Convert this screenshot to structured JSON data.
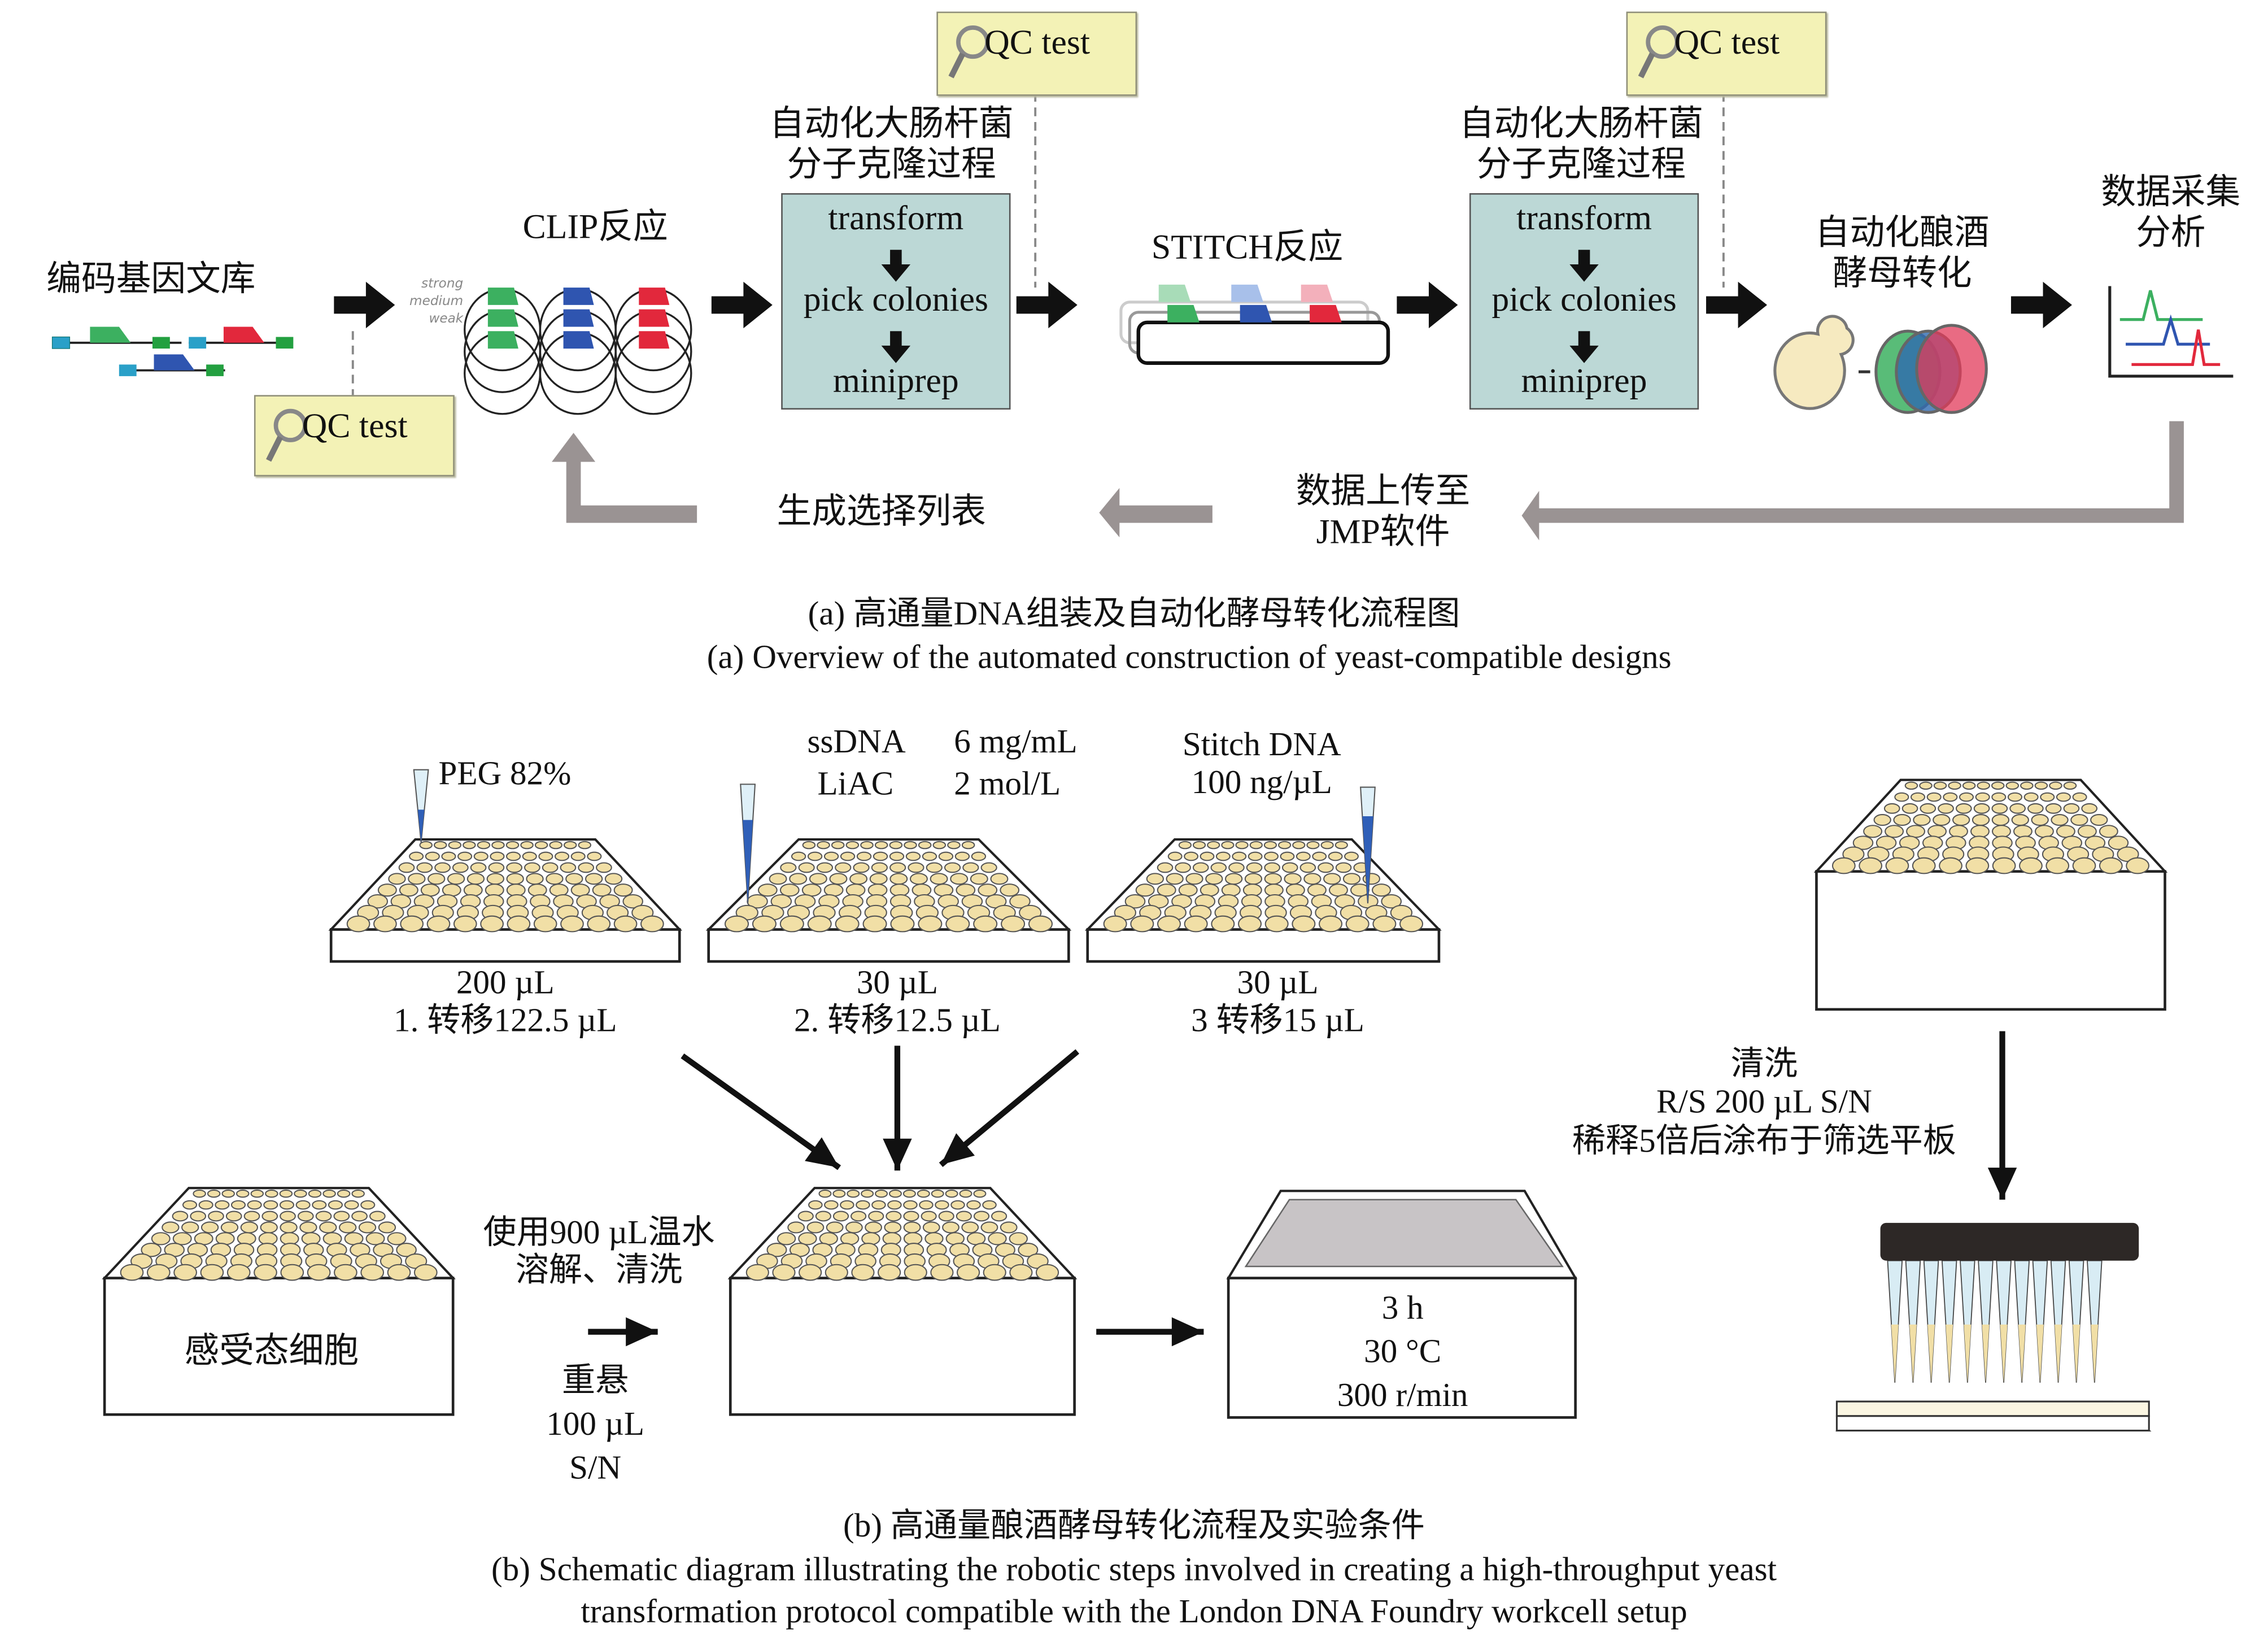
{
  "panel_a": {
    "gene_library_label": "编码基因文库",
    "clip_label": "CLIP反应",
    "clip_strengths": [
      "strong",
      "medium",
      "weak"
    ],
    "ecoli_label_line1": "自动化大肠杆菌",
    "ecoli_label_line2": "分子克隆过程",
    "process_steps": [
      "transform",
      "pick colonies",
      "miniprep"
    ],
    "stitch_label": "STITCH反应",
    "yeast_label_line1": "自动化酿酒",
    "yeast_label_line2": "酵母转化",
    "data_label_line1": "数据采集",
    "data_label_line2": "分析",
    "qc_label": "QC test",
    "upload_label_line1": "数据上传至",
    "upload_label_line2": "JMP软件",
    "selection_label": "生成选择列表",
    "caption_cn": "(a) 高通量DNA组装及自动化酵母转化流程图",
    "caption_en": "(a) Overview of the automated construction of yeast-compatible designs"
  },
  "panel_b": {
    "plate1": {
      "reagent": "PEG 82%",
      "volume": "200 µL",
      "transfer": "1. 转移122.5 µL"
    },
    "plate2": {
      "reagent_line1_name": "ssDNA",
      "reagent_line1_conc": "6 mg/mL",
      "reagent_line2_name": "LiAC",
      "reagent_line2_conc": "2 mol/L",
      "volume": "30 µL",
      "transfer": "2. 转移12.5 µL"
    },
    "plate3": {
      "reagent_line1": "Stitch DNA",
      "reagent_line2": "100 ng/µL",
      "volume": "30 µL",
      "transfer": "3 转移15 µL"
    },
    "competent_cells_label": "感受态细胞",
    "wash_line1": "使用900 µL温水",
    "wash_line2": "溶解、清洗",
    "resuspend_line1": "重悬",
    "resuspend_line2": "100 µL",
    "resuspend_line3": "S/N",
    "incubation": [
      "3 h",
      "30 °C",
      "300 r/min"
    ],
    "plating_line1": "清洗",
    "plating_line2": "R/S 200 µL S/N",
    "plating_line3": "稀释5倍后涂布于筛选平板",
    "caption_cn": "(b) 高通量酿酒酵母转化流程及实验条件",
    "caption_en_line1": "(b) Schematic diagram illustrating the robotic steps involved in creating a high-throughput yeast",
    "caption_en_line2": "transformation protocol compatible with the London DNA Foundry workcell setup"
  },
  "colors": {
    "green": "#3cb060",
    "blue": "#2f55b0",
    "red": "#e2283c",
    "cyan": "#2aa0c8",
    "qc_fill": "#f3f2b6",
    "process_fill": "#bcd8d6",
    "well_fill": "#f1dfa6",
    "feedback_arrow": "#9a9393"
  }
}
